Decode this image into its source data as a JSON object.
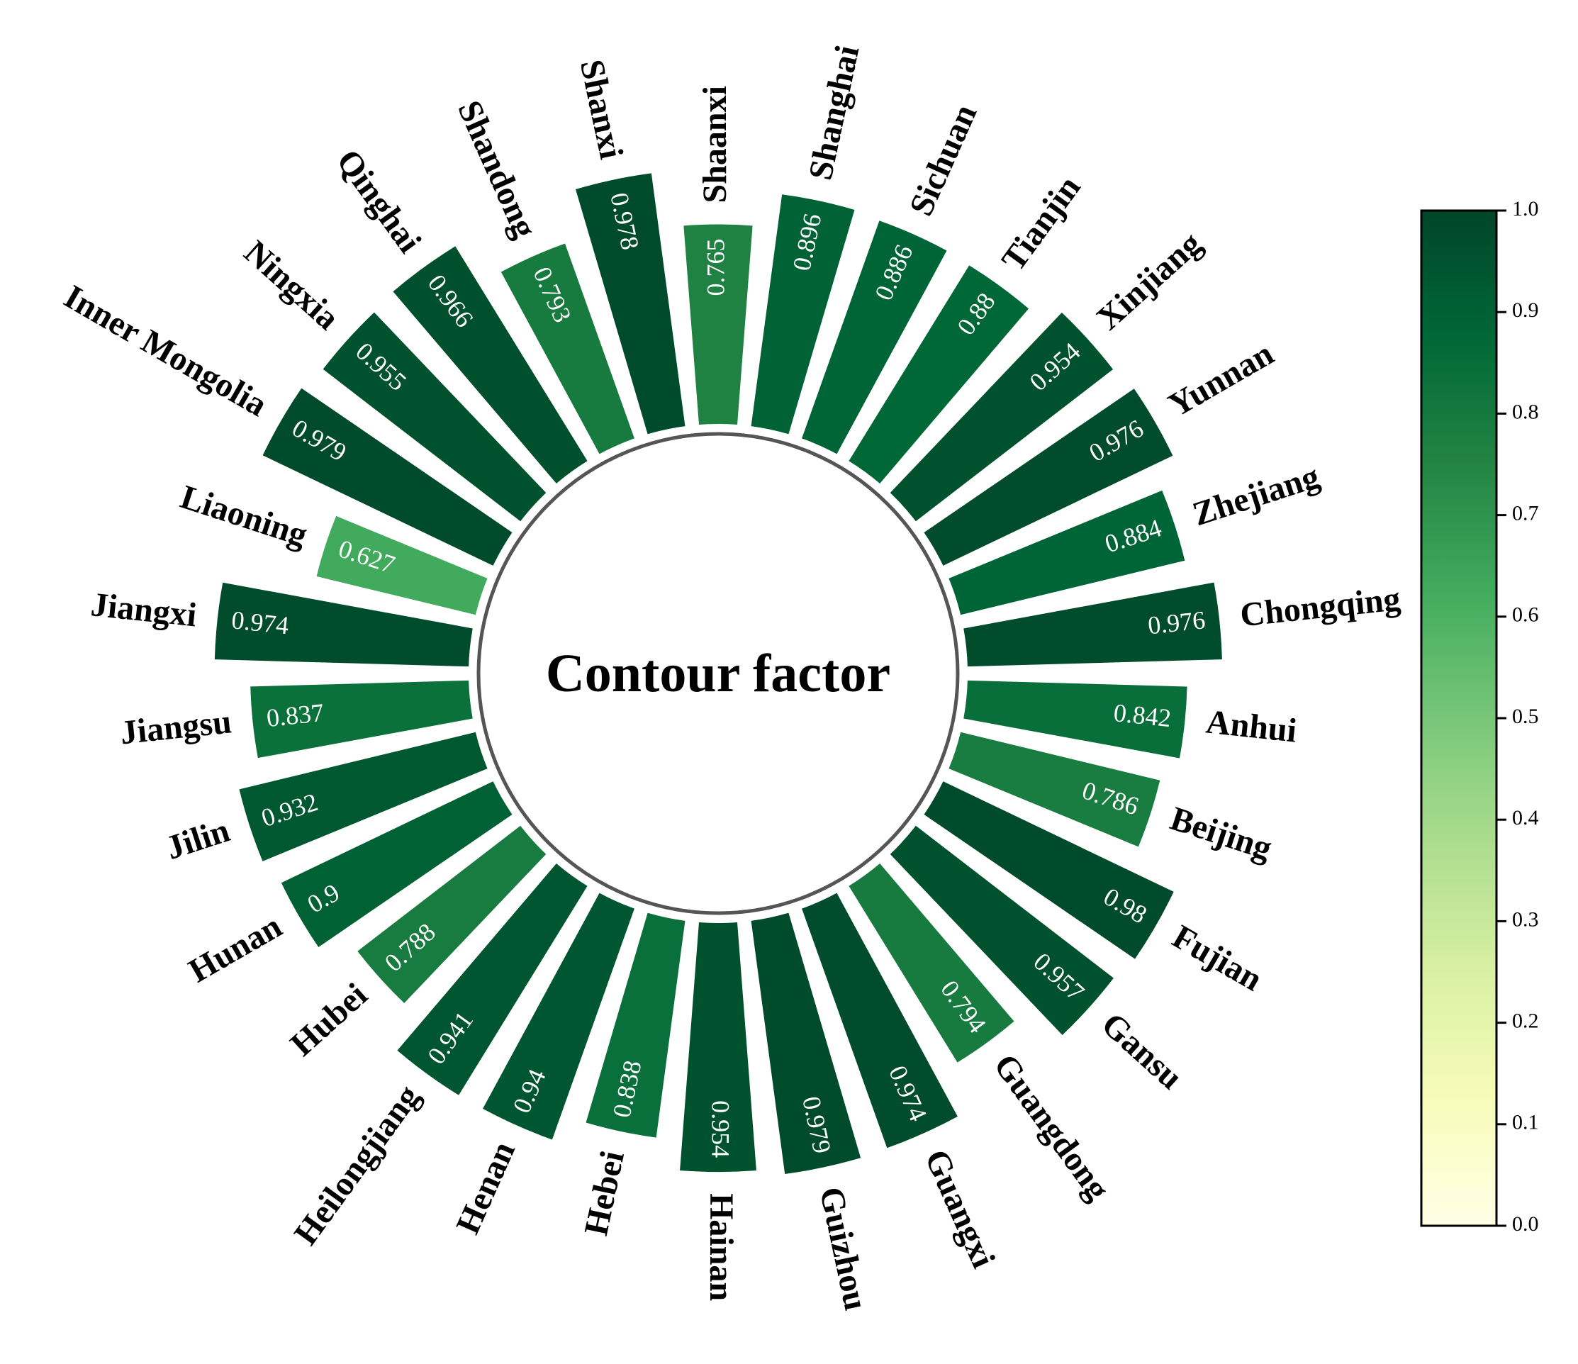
{
  "chart_data": {
    "type": "bar",
    "subtype": "circular",
    "title": "Contour factor",
    "categories": [
      "Anhui",
      "Beijing",
      "Fujian",
      "Gansu",
      "Guangdong",
      "Guangxi",
      "Guizhou",
      "Hainan",
      "Hebei",
      "Henan",
      "Heilongjiang",
      "Hubei",
      "Hunan",
      "Jilin",
      "Jiangsu",
      "Jiangxi",
      "Liaoning",
      "Inner Mongolia",
      "Ningxia",
      "Qinghai",
      "Shandong",
      "Shanxi",
      "Shaanxi",
      "Shanghai",
      "Sichuan",
      "Tianjin",
      "Xinjiang",
      "Yunnan",
      "Zhejiang",
      "Chongqing"
    ],
    "values": [
      0.842,
      0.786,
      0.98,
      0.957,
      0.794,
      0.974,
      0.979,
      0.954,
      0.838,
      0.94,
      0.941,
      0.788,
      0.9,
      0.932,
      0.837,
      0.974,
      0.627,
      0.979,
      0.955,
      0.966,
      0.793,
      0.978,
      0.765,
      0.896,
      0.886,
      0.88,
      0.954,
      0.976,
      0.884,
      0.976
    ],
    "value_labels": [
      "0.842",
      "0.786",
      "0.98",
      "0.957",
      "0.794",
      "0.974",
      "0.979",
      "0.954",
      "0.838",
      "0.94",
      "0.941",
      "0.788",
      "0.9",
      "0.932",
      "0.837",
      "0.974",
      "0.627",
      "0.979",
      "0.955",
      "0.966",
      "0.793",
      "0.978",
      "0.765",
      "0.896",
      "0.886",
      "0.88",
      "0.954",
      "0.976",
      "0.884",
      "0.976"
    ],
    "colorbar": {
      "range": [
        0.0,
        1.0
      ],
      "ticks": [
        "0.0",
        "0.1",
        "0.2",
        "0.3",
        "0.4",
        "0.5",
        "0.6",
        "0.7",
        "0.8",
        "0.9",
        "1.0"
      ],
      "colormap": "YlGn",
      "colors": [
        "#ffffe5",
        "#f7fcb9",
        "#d9f0a3",
        "#addd8e",
        "#78c679",
        "#41ab5d",
        "#238443",
        "#006837",
        "#004529"
      ]
    },
    "grid": false
  }
}
